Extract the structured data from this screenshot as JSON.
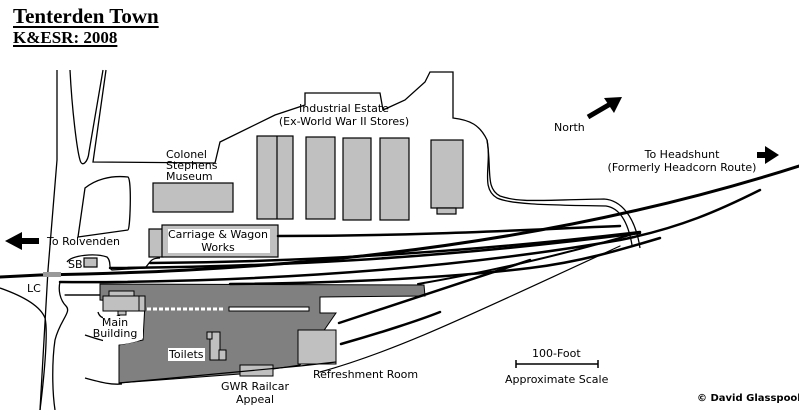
{
  "header": {
    "title": "Tenterden Town",
    "subtitle": "K&ESR: 2008"
  },
  "labels": {
    "industrial_estate": [
      "Industrial Estate",
      "(Ex-World War II Stores)"
    ],
    "museum": [
      "Colonel",
      "Stephens",
      "Museum"
    ],
    "carriage_works": [
      "Carriage & Wagon",
      "Works"
    ],
    "to_rolvenden": "To Rolvenden",
    "signal_box": "SB",
    "level_crossing": "LC",
    "main_building": [
      "Main",
      "Building"
    ],
    "toilets": "Toilets",
    "gwr_railcar": [
      "GWR Railcar",
      "Appeal"
    ],
    "refreshment_room": "Refreshment Room",
    "north": "North",
    "to_headshunt": [
      "To Headshunt",
      "(Formerly Headcorn Route)"
    ],
    "scale_distance": "100-Foot",
    "scale_caption": "Approximate Scale",
    "copyright": "© David Glasspool"
  },
  "icons": {
    "north_arrow": "north-arrow-icon",
    "left_arrow": "arrow-left-icon",
    "right_arrow": "arrow-right-icon"
  },
  "colors": {
    "building_fill": "#c0c0c0",
    "platform_fill": "#808080",
    "line": "#000000",
    "background": "#ffffff"
  }
}
